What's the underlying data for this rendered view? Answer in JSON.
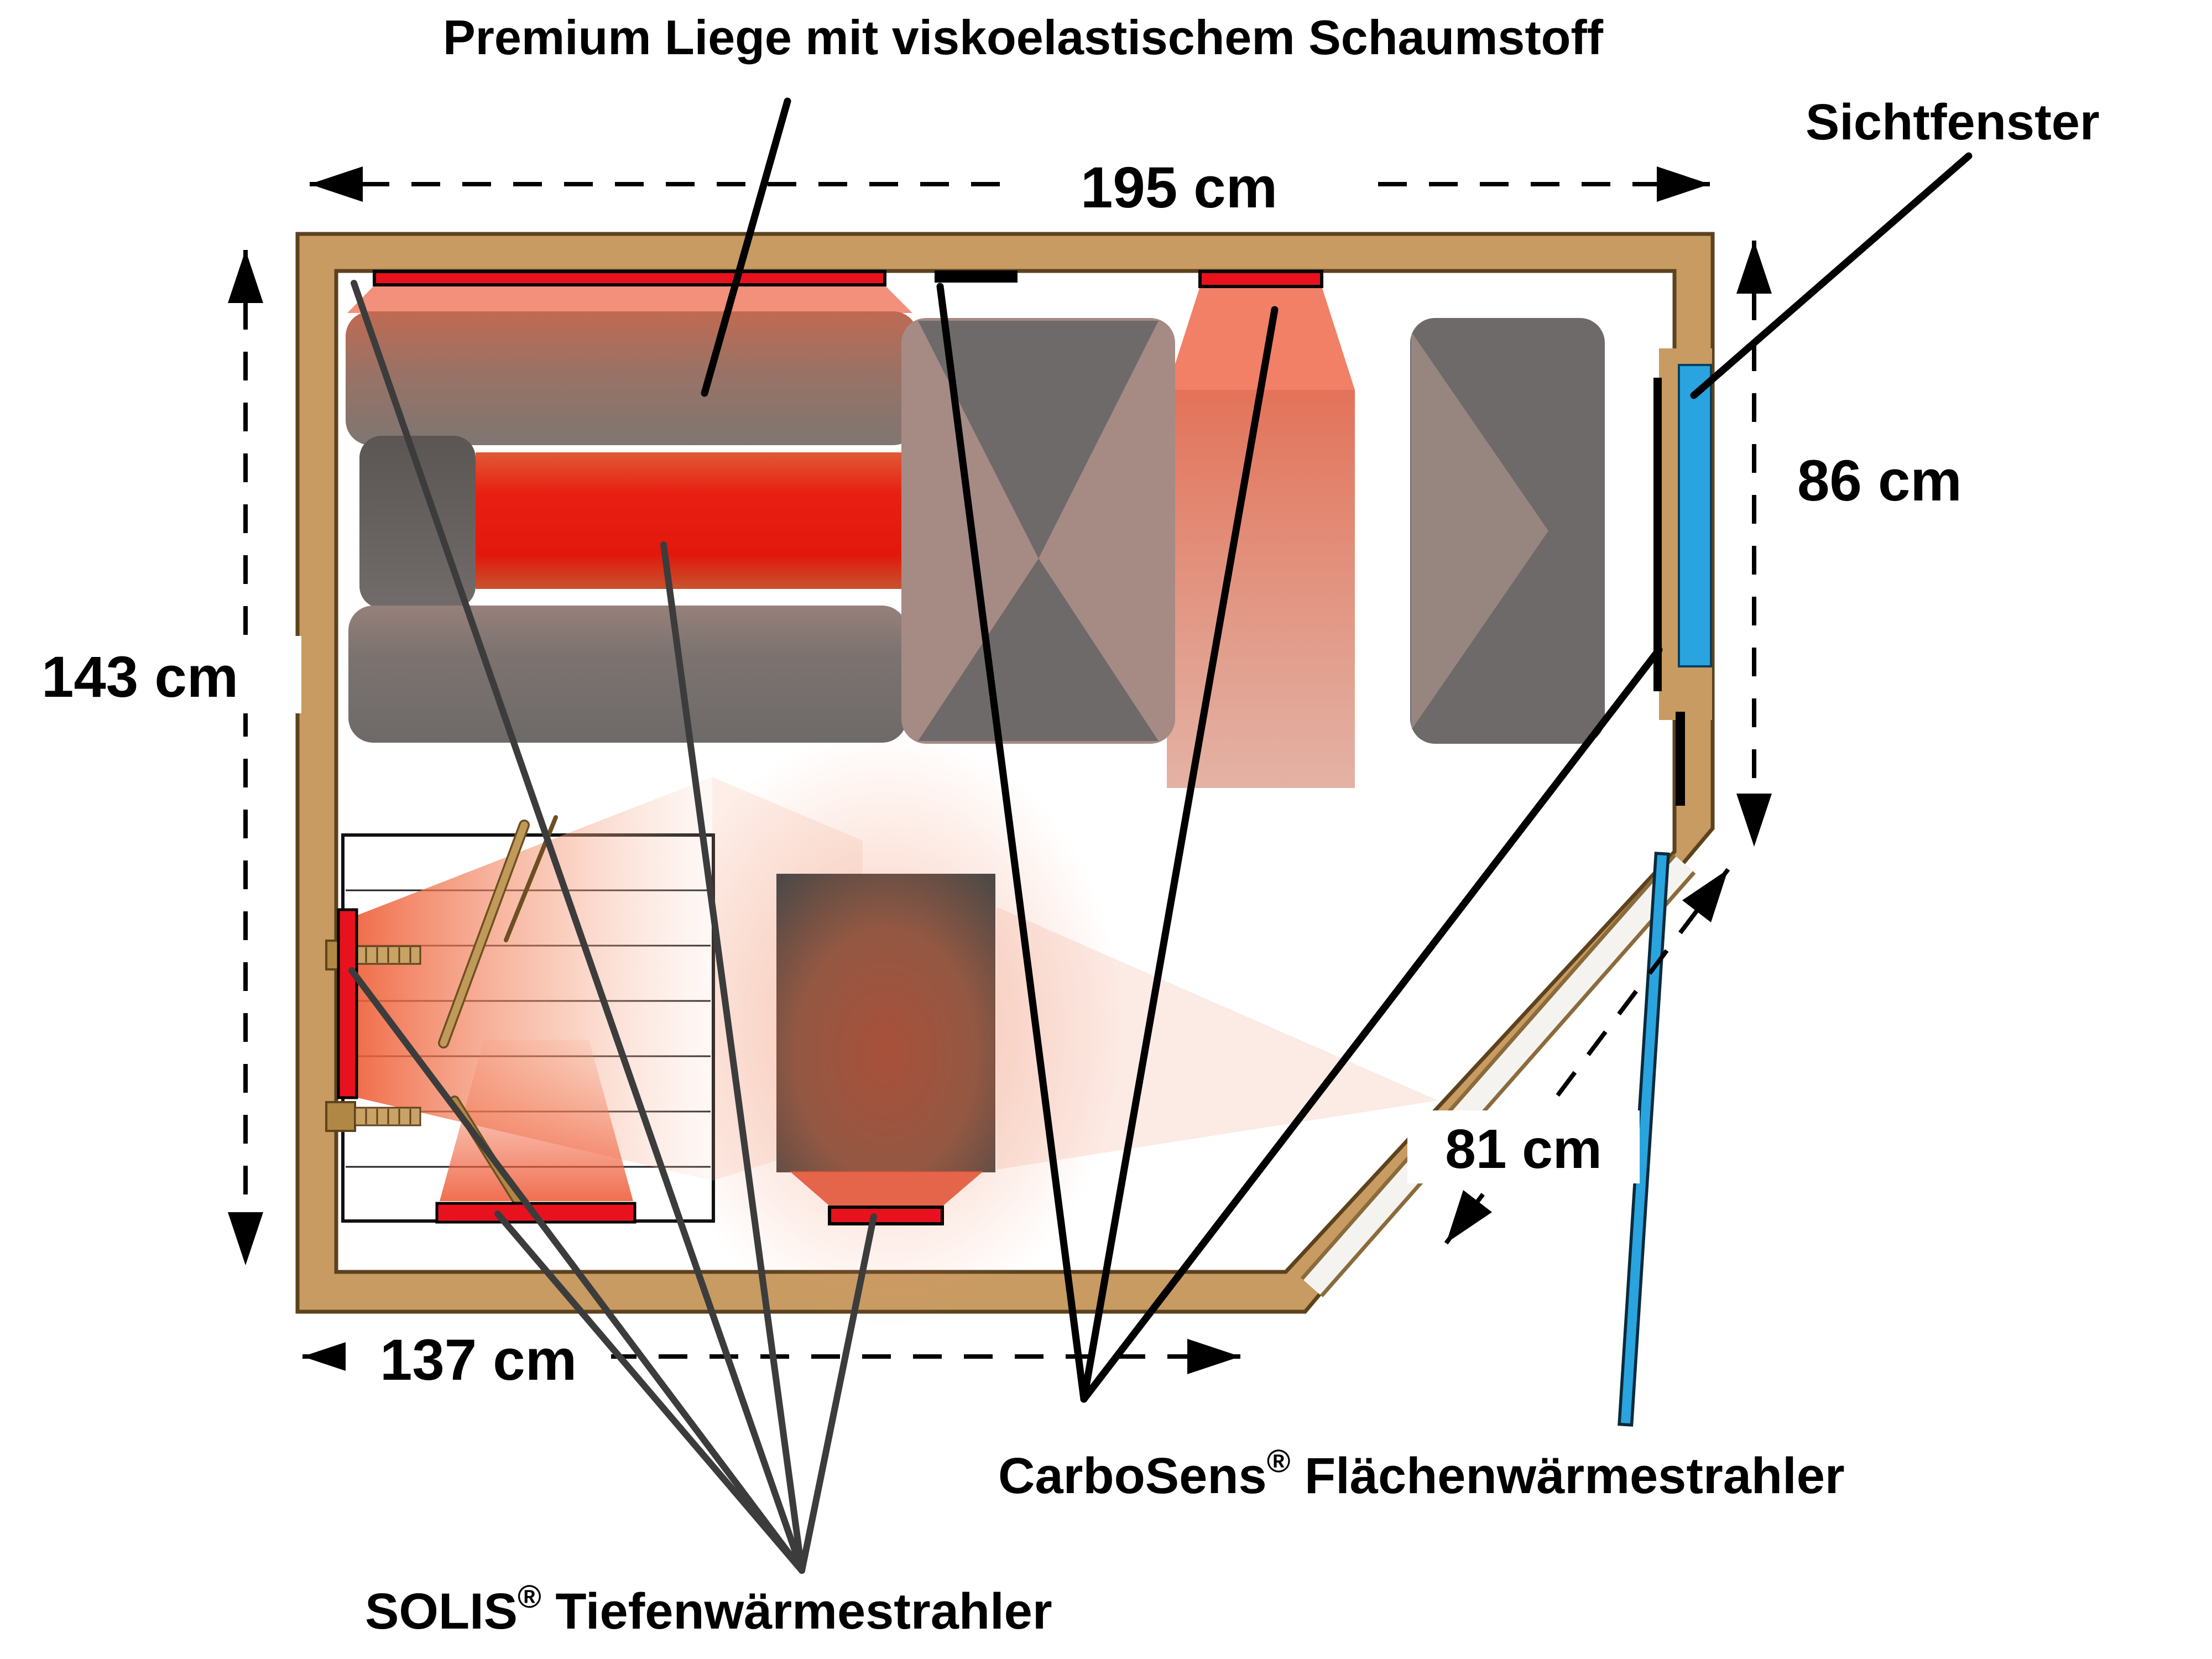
{
  "title": "Premium Liege mit viskoelastischem Schaumstoff",
  "window_label": "Sichtfenster",
  "dimensions": {
    "top_width": "195 cm",
    "left_height": "143 cm",
    "right_wall": "86 cm",
    "door_wall": "81 cm",
    "bottom_width": "137 cm"
  },
  "heater_labels": {
    "carbosens_brand": "CarboSens",
    "carbosens_reg": "®",
    "carbosens_name": " Flächenwärmestrahler",
    "solis_brand": "SOLIS",
    "solis_reg": "®",
    "solis_name": " Tiefenwärmestrahler"
  },
  "colors": {
    "wood": "#C79B61",
    "wood_outline": "#5C421E",
    "heater_red": "#E8121E",
    "cushion_gray": "#6E6A69",
    "window_blue": "#2AA4DE",
    "door_blue": "#2AA4DE",
    "black_panel": "#000000"
  }
}
